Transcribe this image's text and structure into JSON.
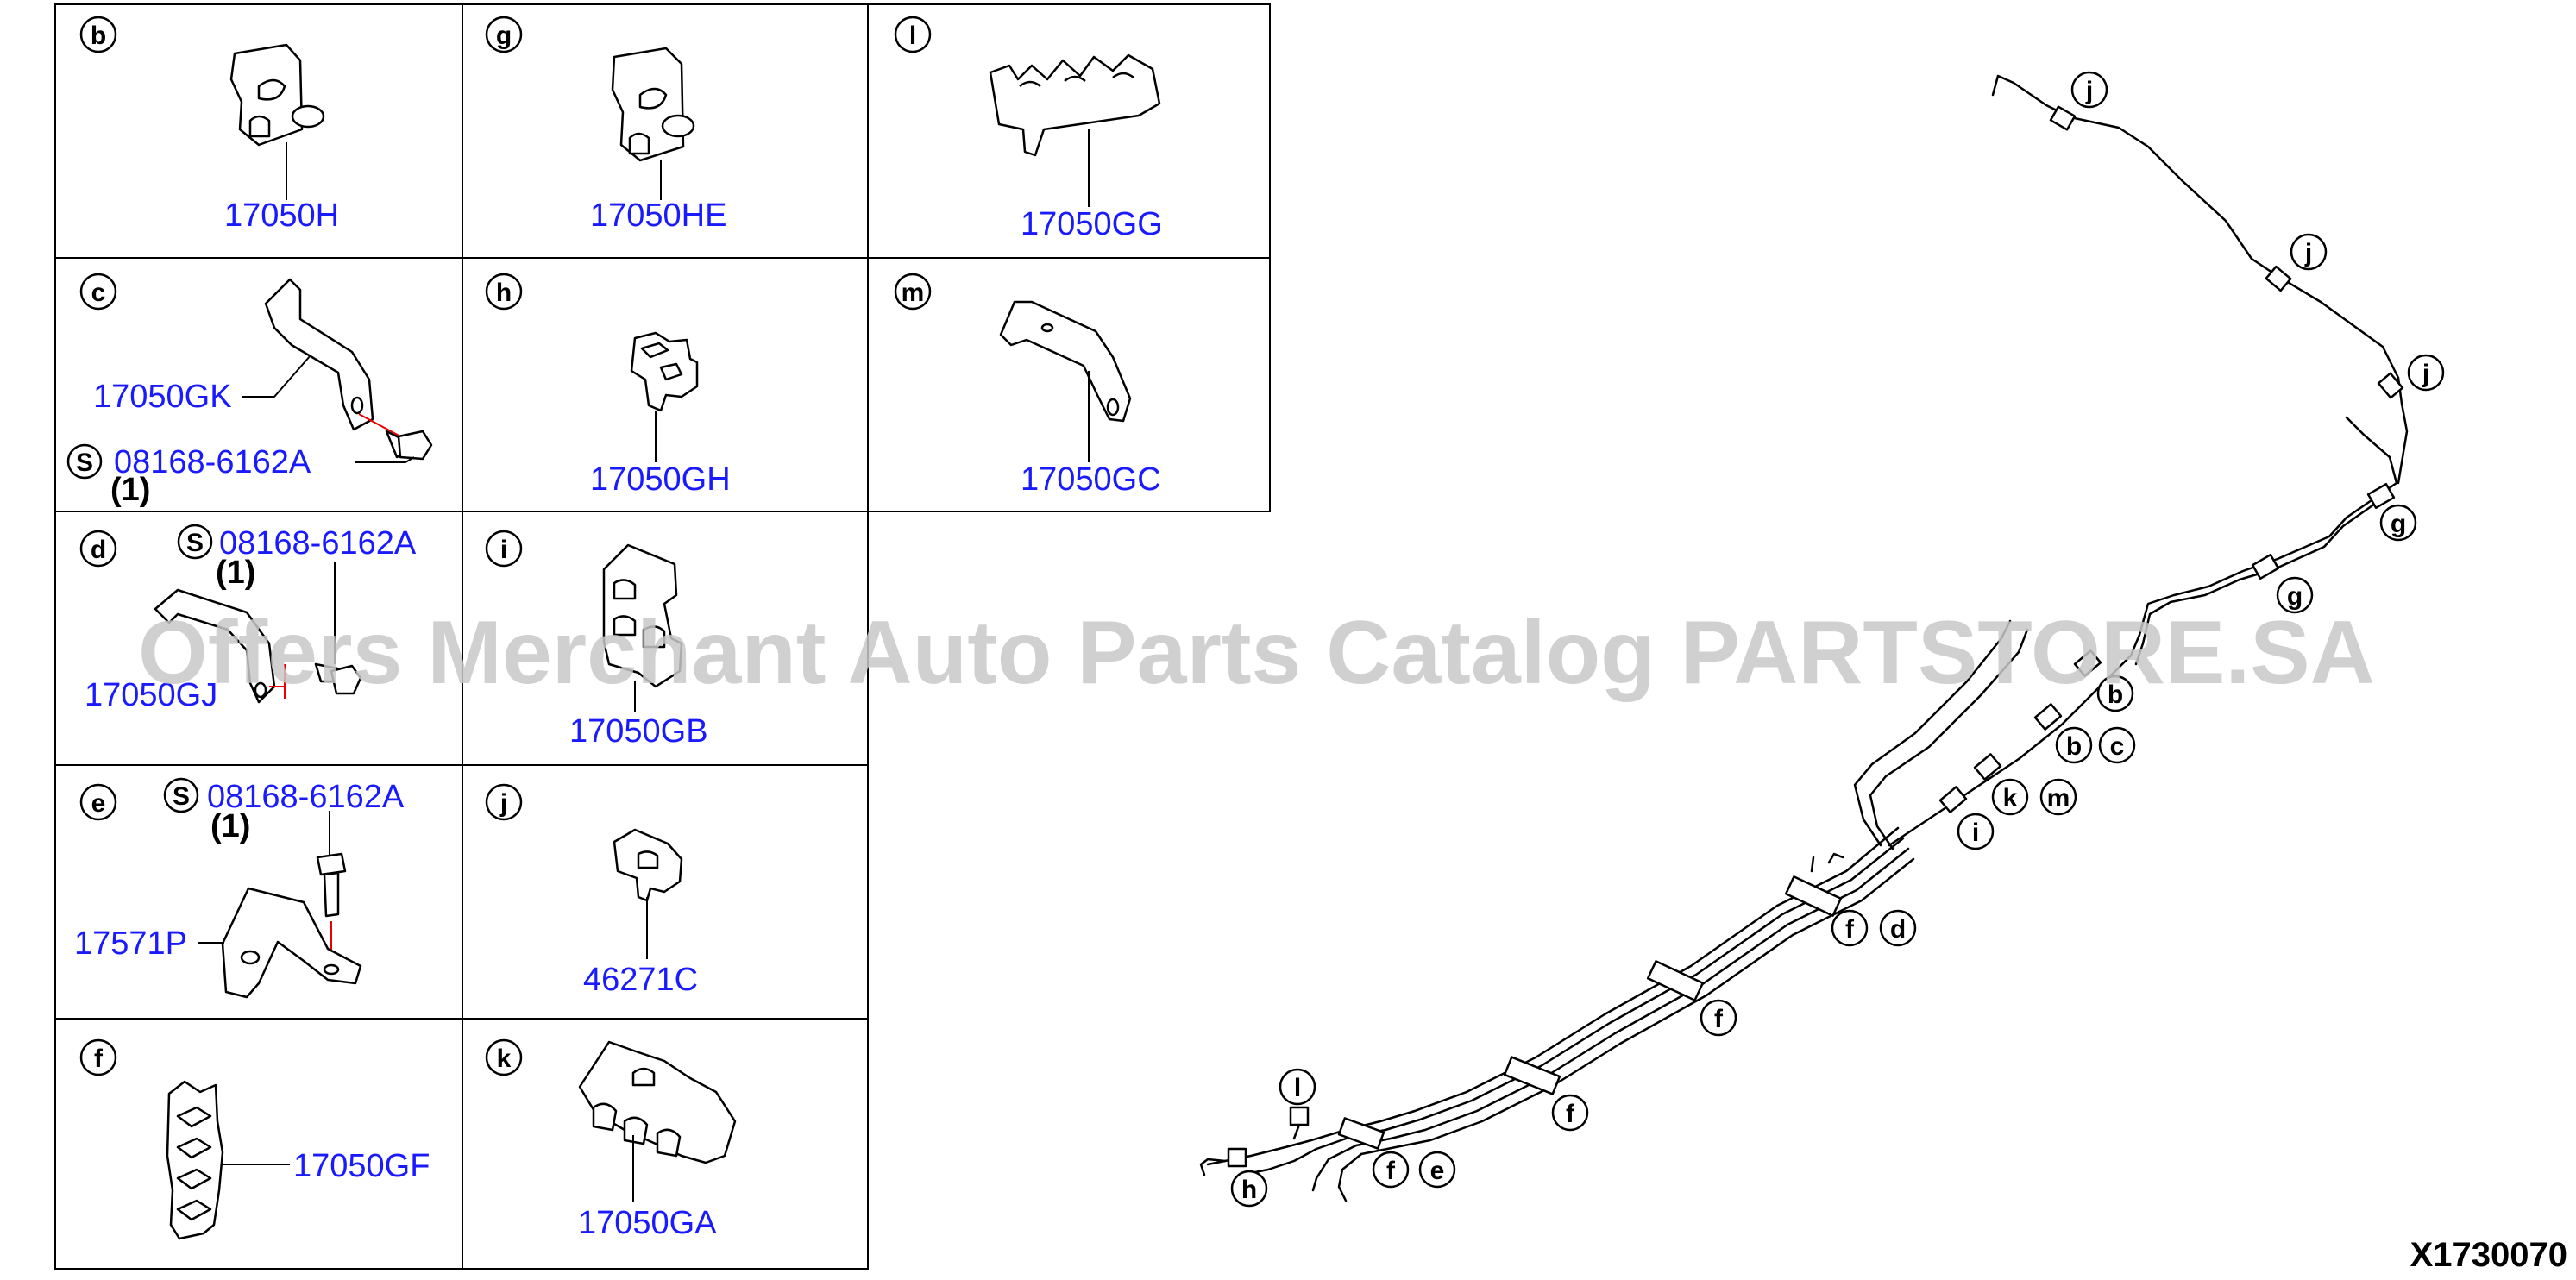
{
  "cells": [
    {
      "id": "b",
      "letter": "b",
      "part": "17050H"
    },
    {
      "id": "g",
      "letter": "g",
      "part": "17050HE"
    },
    {
      "id": "l",
      "letter": "l",
      "part": "17050GG"
    },
    {
      "id": "c",
      "letter": "c",
      "part": "17050GK",
      "screw": "08168-6162A",
      "qty": "(1)",
      "s_badge": "S"
    },
    {
      "id": "h",
      "letter": "h",
      "part": "17050GH"
    },
    {
      "id": "m",
      "letter": "m",
      "part": "17050GC"
    },
    {
      "id": "d",
      "letter": "d",
      "part": "17050GJ",
      "screw": "08168-6162A",
      "qty": "(1)",
      "s_badge": "S"
    },
    {
      "id": "i",
      "letter": "i",
      "part": "17050GB"
    },
    {
      "id": "e",
      "letter": "e",
      "part": "17571P",
      "screw": "08168-6162A",
      "qty": "(1)",
      "s_badge": "S"
    },
    {
      "id": "j",
      "letter": "j",
      "part": "46271C"
    },
    {
      "id": "f",
      "letter": "f",
      "part": "17050GF"
    },
    {
      "id": "k",
      "letter": "k",
      "part": "17050GA"
    }
  ],
  "callouts": [
    "j",
    "j",
    "j",
    "g",
    "g",
    "b",
    "b",
    "c",
    "k",
    "m",
    "i",
    "f",
    "d",
    "f",
    "f",
    "l",
    "f",
    "e",
    "h"
  ],
  "watermark": "Offers Merchant Auto Parts Catalog PARTSTORE.SA",
  "diagram_code": "X1730070"
}
